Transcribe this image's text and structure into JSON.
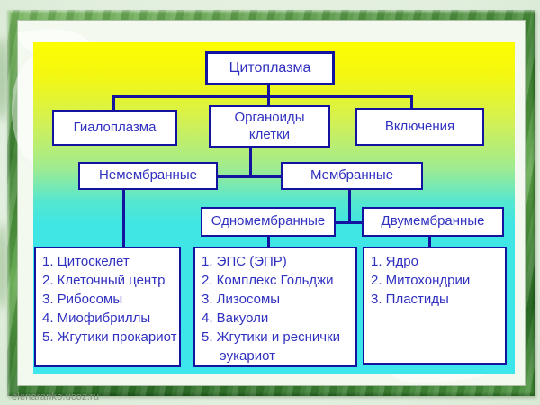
{
  "slide": {
    "title_box": "Цитоплазма",
    "branches": {
      "hyaloplasm": "Гиалоплазма",
      "organoids": "Органоиды\nклетки",
      "inclusions": "Включения"
    },
    "membrane_split": {
      "non_membrane": "Немембранные",
      "membrane": "Мембранные"
    },
    "membrane_types": {
      "single": "Одномембранные",
      "double": "Двумембранные"
    },
    "lists": {
      "non_membrane_items": [
        "1. Цитоскелет",
        "2. Клеточный центр",
        "3. Рибосомы",
        "4. Миофибриллы",
        "5. Жгутики прокариот"
      ],
      "single_membrane_items": [
        "1. ЭПС (ЭПР)",
        "2. Комплекс Гольджи",
        "3. Лизосомы",
        "4. Вакуоли",
        "5. Жгутики и реснички эукариот"
      ],
      "double_membrane_items": [
        "1. Ядро",
        "2. Митохондрии",
        "3. Пластиды"
      ]
    }
  },
  "footer": {
    "watermark": "elenaranko.ucoz.ru"
  },
  "colors": {
    "box_border": "#1313a0",
    "box_text": "#3030c0",
    "connector": "#1313a0",
    "frame_green": "#4f9a41",
    "slide_gradient_top": "#fdfd00",
    "slide_gradient_bottom": "#3ce6ea",
    "mat": "#f4f9f0"
  }
}
